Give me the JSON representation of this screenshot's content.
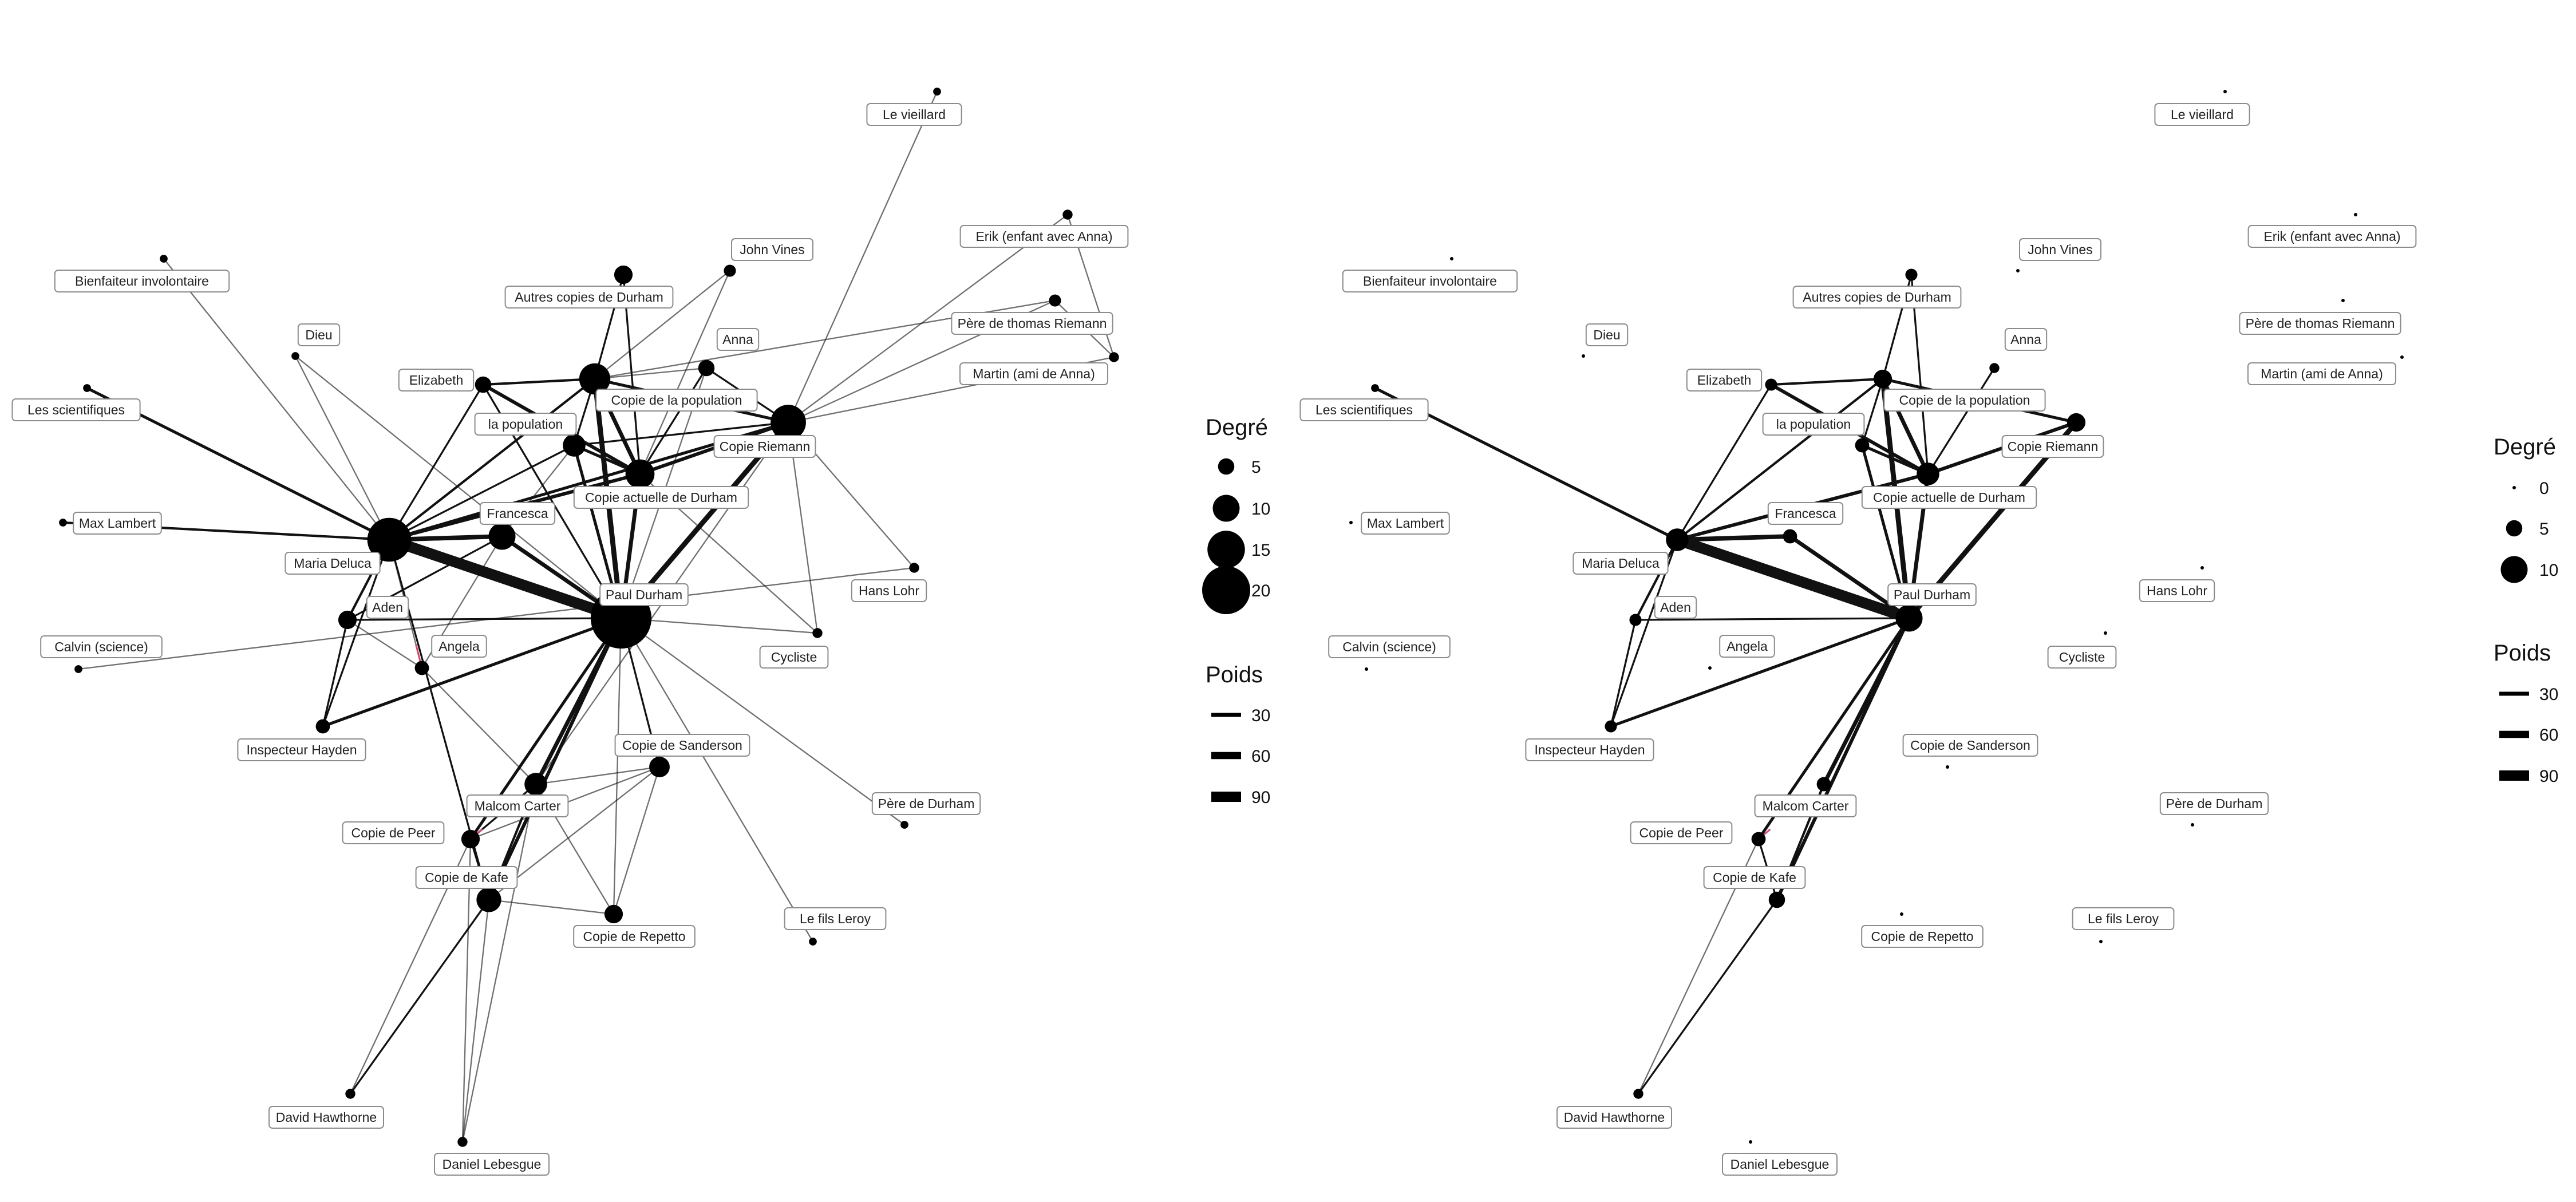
{
  "chart_data": {
    "type": "network",
    "labels": {
      "vieillard": "Le vieillard",
      "erik": "Erik (enfant avec Anna)",
      "bienfaiteur": "Bienfaiteur involontaire",
      "vines": "John Vines",
      "autres": "Autres copies de Durham",
      "pere_riemann": "Père de thomas Riemann",
      "dieu": "Dieu",
      "anna": "Anna",
      "martin": "Martin (ami de Anna)",
      "elizabeth": "Elizabeth",
      "copie_pop": "Copie de la population",
      "scient": "Les scientifiques",
      "population": "la population",
      "copie_riemann": "Copie Riemann",
      "copie_actuelle": "Copie actuelle de Durham",
      "lambert": "Max Lambert",
      "francesca": "Francesca",
      "deluca": "Maria Deluca",
      "paul": "Paul Durham",
      "lohr": "Hans Lohr",
      "aden": "Aden",
      "calvin": "Calvin (science)",
      "angela": "Angela",
      "cycliste": "Cycliste",
      "hayden": "Inspecteur Hayden",
      "sanderson": "Copie de Sanderson",
      "pere_durham": "Père de Durham",
      "carter": "Malcom Carter",
      "peer": "Copie de Peer",
      "kafe": "Copie de Kafe",
      "leroy": "Le fils Leroy",
      "repetto": "Copie de Repetto",
      "hawthorne": "David Hawthorne",
      "lebesgue": "Daniel Lebesgue"
    },
    "panels": [
      {
        "id": "left",
        "degree": {
          "vieillard": 1,
          "erik": 2,
          "bienfaiteur": 1,
          "vines": 3,
          "autres": 6,
          "pere_riemann": 3,
          "dieu": 1,
          "anna": 5,
          "martin": 2,
          "elizabeth": 5,
          "copie_pop": 12,
          "scient": 1,
          "population": 8,
          "copie_riemann": 14,
          "copie_actuelle": 11,
          "lambert": 1,
          "francesca": 10,
          "deluca": 18,
          "paul": 26,
          "lohr": 2,
          "aden": 6,
          "calvin": 1,
          "angela": 4,
          "cycliste": 2,
          "hayden": 4,
          "sanderson": 7,
          "pere_durham": 1,
          "carter": 8,
          "peer": 6,
          "kafe": 9,
          "leroy": 1,
          "repetto": 6,
          "hawthorne": 2,
          "lebesgue": 2
        },
        "edges": [
          [
            "vieillard",
            "copie_riemann",
            5
          ],
          [
            "erik",
            "copie_riemann",
            5
          ],
          [
            "erik",
            "martin",
            5
          ],
          [
            "pere_riemann",
            "copie_riemann",
            5
          ],
          [
            "pere_riemann",
            "martin",
            5
          ],
          [
            "pere_riemann",
            "copie_pop",
            5
          ],
          [
            "martin",
            "copie_riemann",
            5
          ],
          [
            "bienfaiteur",
            "deluca",
            5
          ],
          [
            "scient",
            "deluca",
            20
          ],
          [
            "lambert",
            "deluca",
            15
          ],
          [
            "calvin",
            "lohr",
            5
          ],
          [
            "dieu",
            "deluca",
            5
          ],
          [
            "dieu",
            "paul",
            5
          ],
          [
            "vines",
            "copie_pop",
            5
          ],
          [
            "vines",
            "copie_actuelle",
            5
          ],
          [
            "autres",
            "copie_pop",
            10
          ],
          [
            "autres",
            "copie_actuelle",
            10
          ],
          [
            "anna",
            "copie_riemann",
            10
          ],
          [
            "anna",
            "copie_actuelle",
            10
          ],
          [
            "anna",
            "paul",
            5
          ],
          [
            "elizabeth",
            "deluca",
            10
          ],
          [
            "elizabeth",
            "copie_pop",
            15
          ],
          [
            "elizabeth",
            "copie_actuelle",
            25
          ],
          [
            "elizabeth",
            "paul",
            10
          ],
          [
            "copie_pop",
            "deluca",
            15
          ],
          [
            "copie_pop",
            "paul",
            40
          ],
          [
            "copie_pop",
            "copie_actuelle",
            30
          ],
          [
            "copie_pop",
            "copie_riemann",
            20
          ],
          [
            "copie_pop",
            "population",
            10
          ],
          [
            "copie_pop",
            "anna",
            5
          ],
          [
            "population",
            "deluca",
            10
          ],
          [
            "population",
            "copie_actuelle",
            20
          ],
          [
            "population",
            "paul",
            20
          ],
          [
            "population",
            "copie_riemann",
            10
          ],
          [
            "copie_riemann",
            "deluca",
            20
          ],
          [
            "copie_riemann",
            "copie_actuelle",
            25
          ],
          [
            "copie_riemann",
            "paul",
            40
          ],
          [
            "copie_riemann",
            "carter",
            5
          ],
          [
            "copie_riemann",
            "lohr",
            5
          ],
          [
            "copie_riemann",
            "cycliste",
            5
          ],
          [
            "copie_actuelle",
            "deluca",
            25
          ],
          [
            "copie_actuelle",
            "paul",
            30
          ],
          [
            "copie_actuelle",
            "cycliste",
            5
          ],
          [
            "francesca",
            "deluca",
            35
          ],
          [
            "francesca",
            "paul",
            30
          ],
          [
            "francesca",
            "aden",
            10
          ],
          [
            "francesca",
            "angela",
            5
          ],
          [
            "francesca",
            "population",
            5
          ],
          [
            "deluca",
            "paul",
            95
          ],
          [
            "deluca",
            "aden",
            15
          ],
          [
            "deluca",
            "hayden",
            10
          ],
          [
            "deluca",
            "angela",
            5
          ],
          [
            "deluca",
            "kafe",
            10
          ],
          [
            "paul",
            "aden",
            10
          ],
          [
            "paul",
            "hayden",
            20
          ],
          [
            "paul",
            "carter",
            30
          ],
          [
            "paul",
            "kafe",
            25
          ],
          [
            "paul",
            "peer",
            20
          ],
          [
            "paul",
            "sanderson",
            10
          ],
          [
            "paul",
            "repetto",
            5
          ],
          [
            "paul",
            "pere_durham",
            5
          ],
          [
            "paul",
            "leroy",
            5
          ],
          [
            "paul",
            "cycliste",
            5
          ],
          [
            "aden",
            "hayden",
            10
          ],
          [
            "aden",
            "angela",
            5
          ],
          [
            "angela",
            "carter",
            5
          ],
          [
            "carter",
            "peer",
            10
          ],
          [
            "carter",
            "kafe",
            15
          ],
          [
            "carter",
            "sanderson",
            5
          ],
          [
            "carter",
            "repetto",
            5
          ],
          [
            "peer",
            "kafe",
            10
          ],
          [
            "peer",
            "sanderson",
            5
          ],
          [
            "kafe",
            "sanderson",
            5
          ],
          [
            "kafe",
            "repetto",
            5
          ],
          [
            "kafe",
            "hawthorne",
            10
          ],
          [
            "peer",
            "hawthorne",
            5
          ],
          [
            "kafe",
            "lebesgue",
            5
          ],
          [
            "peer",
            "lebesgue",
            5
          ],
          [
            "sanderson",
            "repetto",
            5
          ],
          [
            "carter",
            "lebesgue",
            5
          ]
        ],
        "red_segments": [
          [
            "angela",
            "deluca"
          ],
          [
            "peer",
            "carter"
          ]
        ],
        "legend": {
          "degree_title": "Degré",
          "degree_values": [
            5,
            10,
            15,
            20
          ],
          "weight_title": "Poids",
          "weight_values": [
            30,
            60,
            90
          ]
        }
      },
      {
        "id": "right",
        "degree": {
          "vieillard": 0,
          "erik": 0,
          "bienfaiteur": 0,
          "vines": 0,
          "autres": 3,
          "pere_riemann": 0,
          "dieu": 0,
          "anna": 2,
          "martin": 0,
          "elizabeth": 3,
          "copie_pop": 6,
          "scient": 1,
          "population": 4,
          "copie_riemann": 6,
          "copie_actuelle": 8,
          "lambert": 0,
          "francesca": 4,
          "deluca": 8,
          "paul": 10,
          "lohr": 0,
          "aden": 3,
          "calvin": 0,
          "angela": 0,
          "cycliste": 0,
          "hayden": 3,
          "sanderson": 0,
          "pere_durham": 0,
          "carter": 4,
          "peer": 4,
          "kafe": 5,
          "leroy": 0,
          "repetto": 0,
          "hawthorne": 2,
          "lebesgue": 0
        },
        "edges": [
          [
            "scient",
            "deluca",
            20
          ],
          [
            "elizabeth",
            "copie_pop",
            15
          ],
          [
            "elizabeth",
            "copie_actuelle",
            25
          ],
          [
            "elizabeth",
            "deluca",
            10
          ],
          [
            "copie_pop",
            "paul",
            40
          ],
          [
            "copie_pop",
            "copie_actuelle",
            30
          ],
          [
            "copie_pop",
            "copie_riemann",
            20
          ],
          [
            "copie_pop",
            "population",
            10
          ],
          [
            "copie_pop",
            "deluca",
            15
          ],
          [
            "autres",
            "copie_pop",
            10
          ],
          [
            "autres",
            "copie_actuelle",
            10
          ],
          [
            "anna",
            "copie_actuelle",
            10
          ],
          [
            "population",
            "copie_actuelle",
            20
          ],
          [
            "population",
            "paul",
            20
          ],
          [
            "copie_riemann",
            "copie_actuelle",
            25
          ],
          [
            "copie_riemann",
            "paul",
            40
          ],
          [
            "copie_actuelle",
            "deluca",
            25
          ],
          [
            "copie_actuelle",
            "paul",
            30
          ],
          [
            "francesca",
            "deluca",
            35
          ],
          [
            "francesca",
            "paul",
            30
          ],
          [
            "deluca",
            "paul",
            95
          ],
          [
            "deluca",
            "aden",
            15
          ],
          [
            "deluca",
            "hayden",
            10
          ],
          [
            "paul",
            "aden",
            10
          ],
          [
            "paul",
            "hayden",
            20
          ],
          [
            "paul",
            "carter",
            30
          ],
          [
            "paul",
            "kafe",
            25
          ],
          [
            "paul",
            "peer",
            20
          ],
          [
            "aden",
            "hayden",
            10
          ],
          [
            "carter",
            "kafe",
            15
          ],
          [
            "peer",
            "kafe",
            10
          ],
          [
            "kafe",
            "hawthorne",
            10
          ],
          [
            "peer",
            "hawthorne",
            5
          ]
        ],
        "red_segments": [
          [
            "peer",
            "carter"
          ]
        ],
        "legend": {
          "degree_title": "Degré",
          "degree_values": [
            0,
            5,
            10
          ],
          "weight_title": "Poids",
          "weight_values": [
            30,
            60,
            90
          ]
        }
      }
    ]
  }
}
